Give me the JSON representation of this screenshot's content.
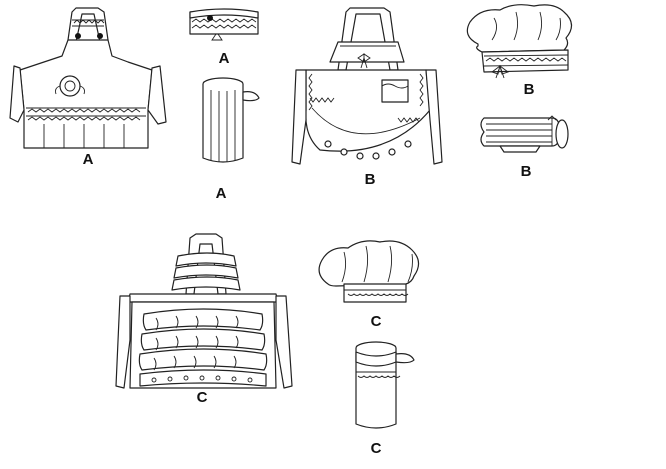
{
  "labels": {
    "apron_a": "A",
    "headband_a": "A",
    "sleeve_a": "A",
    "apron_b": "B",
    "hat_b": "B",
    "mitt_b": "B",
    "apron_c": "C",
    "hat_c": "C",
    "sleeve_c": "C"
  }
}
